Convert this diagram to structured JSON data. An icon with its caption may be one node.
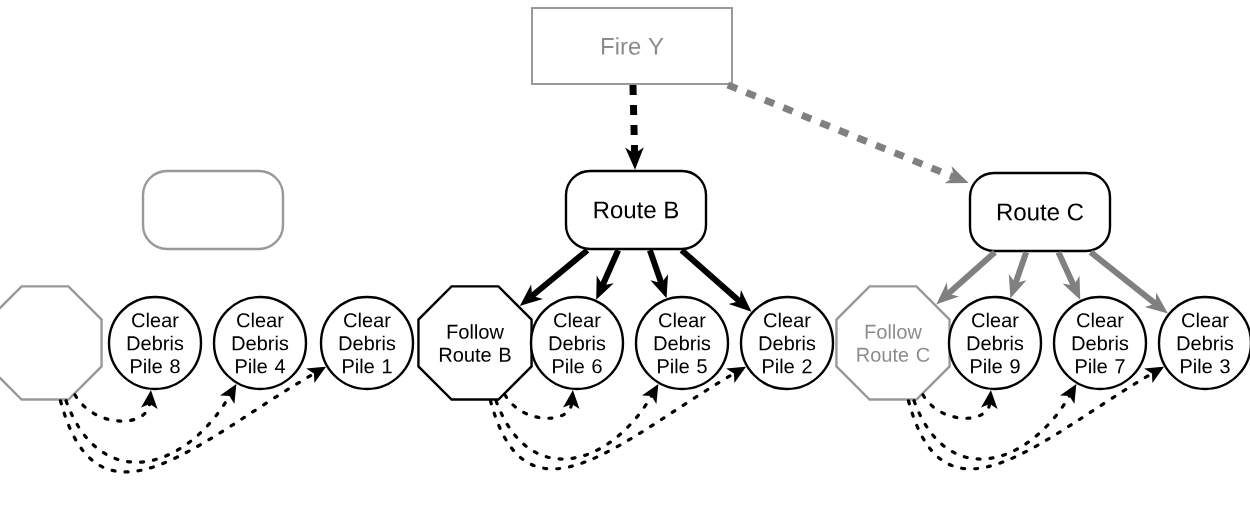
{
  "diagram": {
    "nodes": [
      {
        "text": [
          "Fire Y"
        ]
      },
      {
        "text": [],
        "shape": "box"
      },
      {
        "text": [],
        "shape": "octagon"
      },
      {
        "text": [
          "Clear Debris Pile 8"
        ]
      },
      {
        "text": [
          "Clear Debris Pile 4"
        ]
      },
      {
        "text": [
          "Clear Debris Pile 1"
        ]
      },
      {
        "text": [
          "Route B"
        ]
      },
      {
        "text": [
          "Follow Route B"
        ]
      },
      {
        "text": [
          "Clear Debris Pile 6"
        ]
      },
      {
        "text": [
          "Clear Debris Pile 5"
        ]
      },
      {
        "text": [
          "Clear Debris Pile 2"
        ]
      },
      {
        "text": [
          "Route C"
        ]
      },
      {
        "text": [
          "Follow Route C"
        ]
      },
      {
        "text": [
          "Clear Debris Pile 9"
        ]
      },
      {
        "text": [
          "Clear Debris Pile 7"
        ]
      },
      {
        "text": [
          "Clear Debris Pile 3"
        ]
      }
    ],
    "edges": [
      {
        "from": 0,
        "to": 6,
        "arrow": "to",
        "style": "dashed"
      },
      {
        "from": 0,
        "to": 11,
        "arrow": "to",
        "style": "dashed",
        "color": "#808080"
      },
      {
        "from": 6,
        "to": 7,
        "arrow": "to"
      },
      {
        "from": 6,
        "to": 8,
        "arrow": "to"
      },
      {
        "from": 6,
        "to": 9,
        "arrow": "to"
      },
      {
        "from": 6,
        "to": 10,
        "arrow": "to"
      },
      {
        "from": 11,
        "to": 12,
        "arrow": "to",
        "color": "#808080"
      },
      {
        "from": 11,
        "to": 13,
        "arrow": "to",
        "color": "#808080"
      },
      {
        "from": 11,
        "to": 14,
        "arrow": "to",
        "color": "#808080"
      },
      {
        "from": 11,
        "to": 15,
        "arrow": "to",
        "color": "#808080"
      },
      {
        "from": 2,
        "to": 3,
        "arrow": "to",
        "style": "dashed"
      },
      {
        "from": 2,
        "to": 4,
        "arrow": "to",
        "style": "dashed"
      },
      {
        "from": 2,
        "to": 5,
        "arrow": "to",
        "style": "dashed"
      },
      {
        "from": 7,
        "to": 8,
        "arrow": "to",
        "style": "dashed"
      },
      {
        "from": 7,
        "to": 9,
        "arrow": "to",
        "style": "dashed"
      },
      {
        "from": 7,
        "to": 10,
        "arrow": "to",
        "style": "dashed"
      },
      {
        "from": 12,
        "to": 13,
        "arrow": "to",
        "style": "dashed"
      },
      {
        "from": 12,
        "to": 14,
        "arrow": "to",
        "style": "dashed"
      },
      {
        "from": 12,
        "to": 15,
        "arrow": "to",
        "style": "dashed"
      }
    ]
  }
}
